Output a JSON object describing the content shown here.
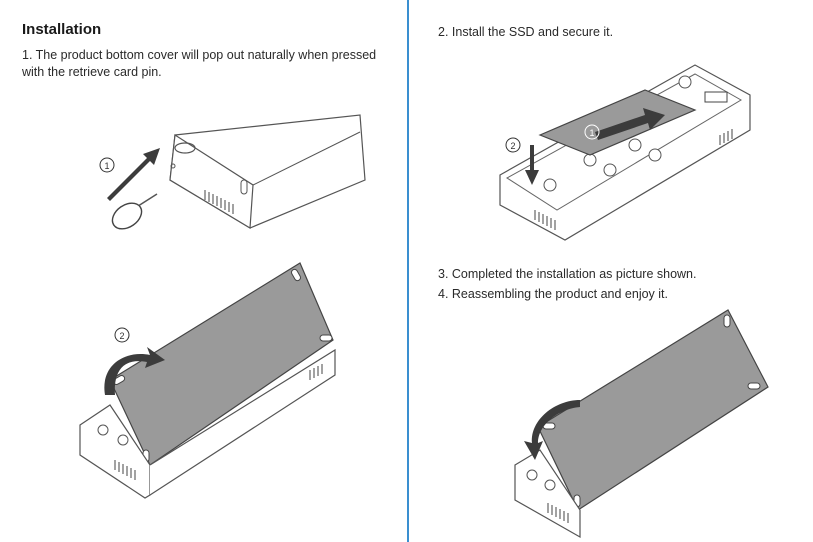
{
  "section": {
    "title": "Installation"
  },
  "steps": [
    {
      "text": "1. The product bottom cover will pop out naturally when pressed with the retrieve card pin."
    },
    {
      "text": "2. Install the SSD and secure it."
    },
    {
      "text": "3. Completed the installation as picture shown."
    },
    {
      "text": "4. Reassembling the product and enjoy it."
    }
  ],
  "callouts": {
    "one": "①",
    "two": "②"
  },
  "colors": {
    "divider": "#3a8fd0",
    "cover_fill": "#9a9a9a",
    "arrow_fill": "#3c3c3c",
    "line": "#555555"
  }
}
